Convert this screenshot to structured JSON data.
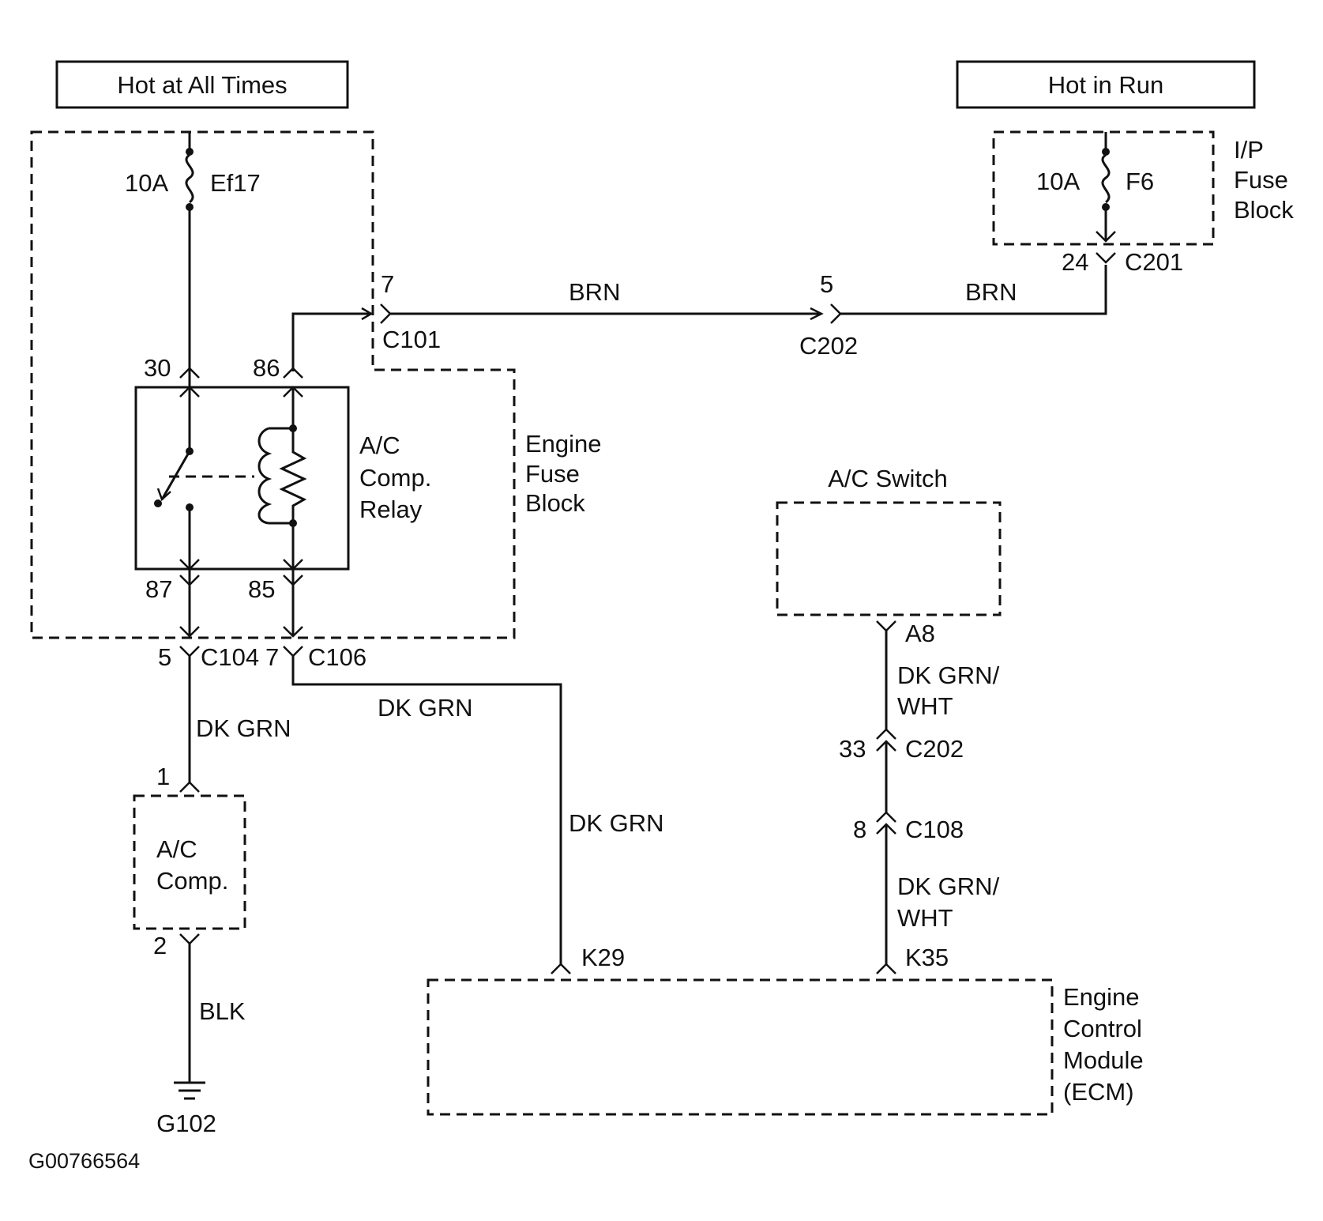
{
  "power_sources": {
    "hot_at_all_times": "Hot at All Times",
    "hot_in_run": "Hot in Run"
  },
  "fuses": {
    "ef17": {
      "rating": "10A",
      "name": "Ef17"
    },
    "f6": {
      "rating": "10A",
      "name": "F6"
    }
  },
  "components": {
    "ip_fuse_block": [
      "I/P",
      "Fuse",
      "Block"
    ],
    "engine_fuse_block": [
      "Engine",
      "Fuse",
      "Block"
    ],
    "ac_comp_relay": [
      "A/C",
      "Comp.",
      "Relay"
    ],
    "ac_switch": "A/C Switch",
    "ac_comp": [
      "A/C",
      "Comp."
    ],
    "ecm": [
      "Engine",
      "Control",
      "Module",
      "(ECM)"
    ],
    "ground": "G102"
  },
  "relay_pins": {
    "p30": "30",
    "p86": "86",
    "p87": "87",
    "p85": "85"
  },
  "connectors": {
    "c101": {
      "pin": "7",
      "name": "C101"
    },
    "c202_top": {
      "pin": "5",
      "name": "C202"
    },
    "c201": {
      "pin": "24",
      "name": "C201"
    },
    "c104": {
      "pin": "5",
      "name": "C104"
    },
    "c106": {
      "pin": "7",
      "name": "C106"
    },
    "a8": {
      "name": "A8"
    },
    "c202_mid": {
      "pin": "33",
      "name": "C202"
    },
    "c108": {
      "pin": "8",
      "name": "C108"
    },
    "k29": {
      "name": "K29"
    },
    "k35": {
      "name": "K35"
    },
    "comp_pin1": "1",
    "comp_pin2": "2"
  },
  "wire_colors": {
    "brn_1": "BRN",
    "brn_2": "BRN",
    "dkgrn_c104": "DK GRN",
    "dkgrn_c106_h": "DK GRN",
    "dkgrn_c106_v": "DK GRN",
    "dkgrnwht_top": [
      "DK GRN/",
      "WHT"
    ],
    "dkgrnwht_bottom": [
      "DK GRN/",
      "WHT"
    ],
    "blk": "BLK"
  },
  "figure_id": "G00766564"
}
